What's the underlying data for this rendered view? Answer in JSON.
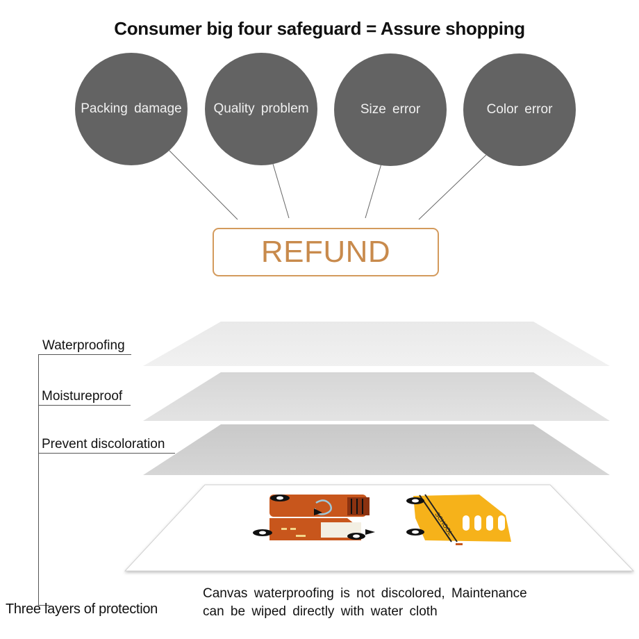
{
  "title": "Consumer big four safeguard = Assure shopping",
  "circles": [
    {
      "label": "Packing damage"
    },
    {
      "label": "Quality problem"
    },
    {
      "label": "Size error"
    },
    {
      "label": "Color error"
    }
  ],
  "refund_label": "REFUND",
  "layers": [
    {
      "label": "Waterproofing"
    },
    {
      "label": "Moistureproof"
    },
    {
      "label": "Prevent discoloration"
    }
  ],
  "protection_label": "Three layers of protection",
  "caption": {
    "line1": "Canvas waterproofing is not discolored, Maintenance",
    "line2": "can be wiped directly with water cloth"
  },
  "print_text": "SCHOOL",
  "colors": {
    "circle": "#636363",
    "refund_accent": "#c88a4c",
    "layer_top": "#ededed",
    "layer_mid": "#dcdcdc",
    "layer_low": "#cfcfcf",
    "truck_orange": "#c8561c",
    "bus_yellow": "#f6b21a"
  }
}
